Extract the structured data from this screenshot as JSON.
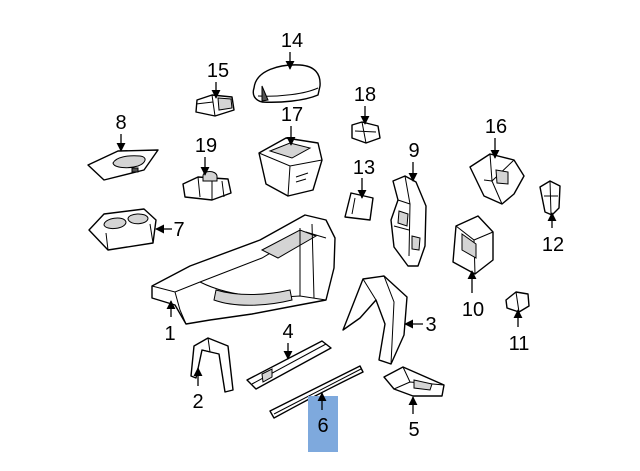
{
  "diagram": {
    "callouts": [
      "1",
      "2",
      "3",
      "4",
      "5",
      "6",
      "7",
      "8",
      "9",
      "10",
      "11",
      "12",
      "13",
      "14",
      "15",
      "16",
      "17",
      "18",
      "19"
    ],
    "highlighted_callout": "6",
    "highlight_color": "#7ea9dd",
    "line_color": "#000000",
    "background": "#ffffff"
  }
}
